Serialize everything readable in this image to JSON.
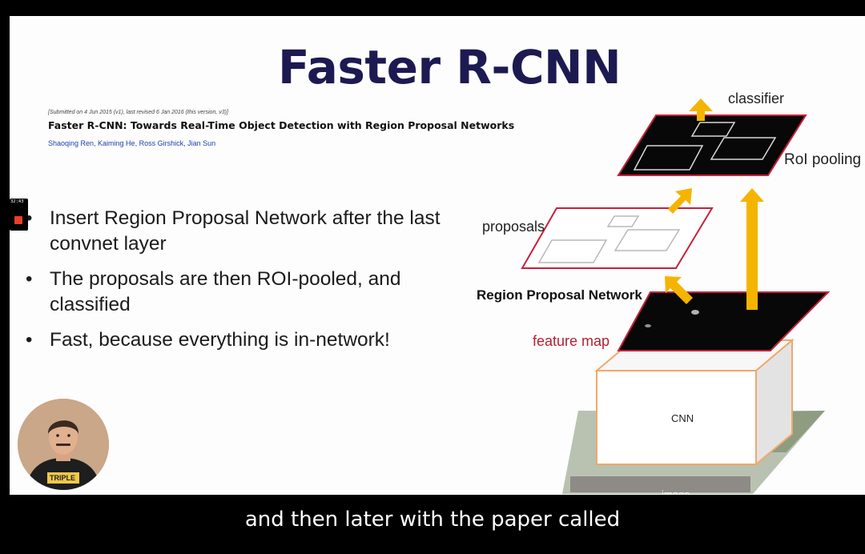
{
  "slide": {
    "title": "Faster R-CNN",
    "paper_meta": "[Submitted on 4 Jun 2015 (v1), last revised 6 Jan 2016 (this version, v3)]",
    "paper_title": "Faster R-CNN: Towards Real-Time Object Detection with Region Proposal Networks",
    "authors": "Shaoqing Ren, Kaiming He, Ross Girshick, Jian Sun",
    "bullets": [
      "Insert Region Proposal Network after the last convnet layer",
      "The proposals are then ROI-pooled, and classified",
      "Fast, because everything is in-network!"
    ]
  },
  "diagram": {
    "labels": {
      "classifier": "classifier",
      "roi_pooling": "RoI pooling",
      "proposals": "proposals",
      "rpn": "Region Proposal Network",
      "feature_map": "feature map",
      "cnn": "CNN",
      "image": "image"
    },
    "colors": {
      "plane_border": "#c7203a",
      "arrow": "#f5b400",
      "cnn_border": "#f0a86a"
    }
  },
  "recorder": {
    "time": "32:43"
  },
  "webcam": {
    "shirt_text": "TRIPLE"
  },
  "caption": {
    "text": "and then later with the paper called"
  }
}
